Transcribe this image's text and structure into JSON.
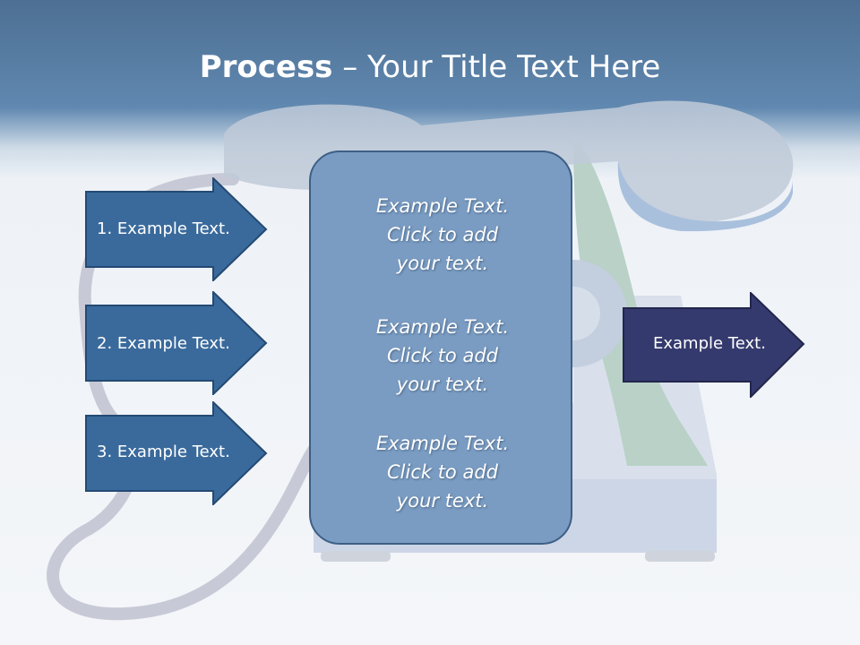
{
  "title": {
    "bold": "Process",
    "rest": " – Your Title Text Here"
  },
  "inputs": [
    {
      "label": "1. Example Text."
    },
    {
      "label": "2. Example Text."
    },
    {
      "label": "3. Example Text."
    }
  ],
  "center": {
    "items": [
      {
        "line1": "Example Text.",
        "line2": "Click  to add",
        "line3": "your text."
      },
      {
        "line1": "Example Text.",
        "line2": "Click  to add",
        "line3": "your text."
      },
      {
        "line1": "Example Text.",
        "line2": "Click  to add",
        "line3": "your text."
      }
    ]
  },
  "output": {
    "label": "Example Text."
  },
  "colors": {
    "header": "#5b83ab",
    "input_arrow": "#3a6a9c",
    "output_arrow": "#353a6e",
    "center_box": "#7a9cc2"
  }
}
